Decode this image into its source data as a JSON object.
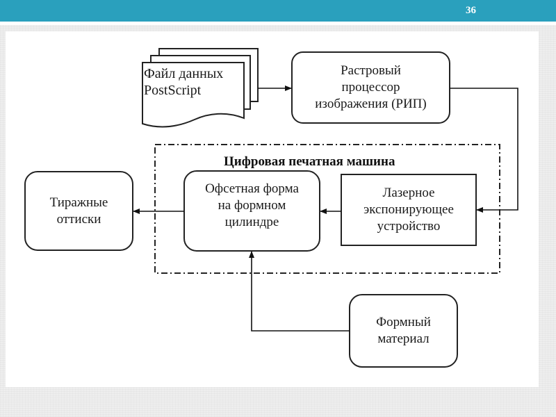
{
  "slide": {
    "number": "36",
    "header_color": "#2aa0bd"
  },
  "diagram": {
    "nodes": {
      "postscript_file": {
        "label": "Файл данных\nPostScript",
        "shape": "document-stack"
      },
      "rip": {
        "label": "Растровый\nпроцессор\nизображения (РИП)",
        "shape": "rounded-rect"
      },
      "laser_device": {
        "label": "Лазерное\nэкспонирующее\nустройство",
        "shape": "rect"
      },
      "offset_plate": {
        "label": "Офсетная форма\nна формном\nцилиндре",
        "shape": "rounded-rect"
      },
      "prints": {
        "label": "Тиражные\nоттиски",
        "shape": "rounded-rect"
      },
      "plate_material": {
        "label": "Формный\nматериал",
        "shape": "rounded-rect"
      }
    },
    "group": {
      "title": "Цифровая печатная машина",
      "border_style": "dash-dot",
      "members": [
        "laser_device",
        "offset_plate"
      ]
    },
    "edges": [
      {
        "from": "postscript_file",
        "to": "rip"
      },
      {
        "from": "rip",
        "to": "laser_device"
      },
      {
        "from": "laser_device",
        "to": "offset_plate"
      },
      {
        "from": "offset_plate",
        "to": "prints"
      },
      {
        "from": "plate_material",
        "to": "offset_plate"
      }
    ]
  }
}
